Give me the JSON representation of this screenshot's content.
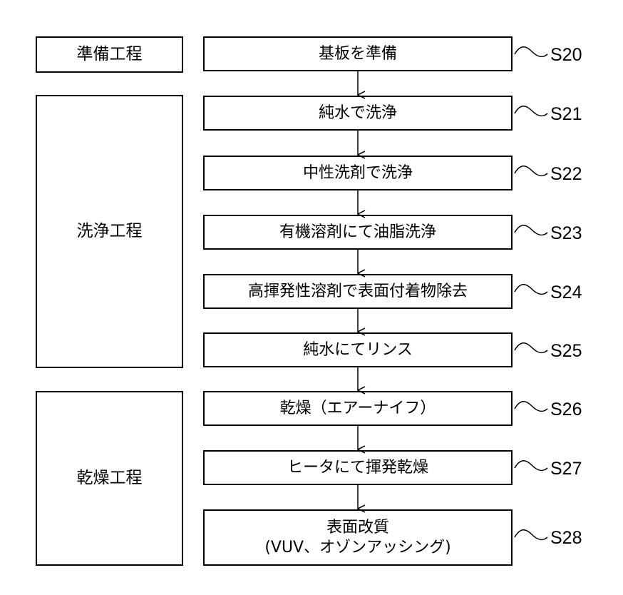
{
  "phases": [
    {
      "id": "prep",
      "label": "準備工程"
    },
    {
      "id": "clean",
      "label": "洗浄工程"
    },
    {
      "id": "dry",
      "label": "乾燥工程"
    }
  ],
  "steps": [
    {
      "code": "S20",
      "text": "基板を準備"
    },
    {
      "code": "S21",
      "text": "純水で洗浄"
    },
    {
      "code": "S22",
      "text": "中性洗剤で洗浄"
    },
    {
      "code": "S23",
      "text": "有機溶剤にて油脂洗浄"
    },
    {
      "code": "S24",
      "text": "高揮発性溶剤で表面付着物除去"
    },
    {
      "code": "S25",
      "text": "純水にてリンス"
    },
    {
      "code": "S26",
      "text": "乾燥（エアーナイフ）"
    },
    {
      "code": "S27",
      "text": "ヒータにて揮発乾燥"
    },
    {
      "code": "S28",
      "text": "表面改質\n(VUV、オゾンアッシング)"
    }
  ]
}
